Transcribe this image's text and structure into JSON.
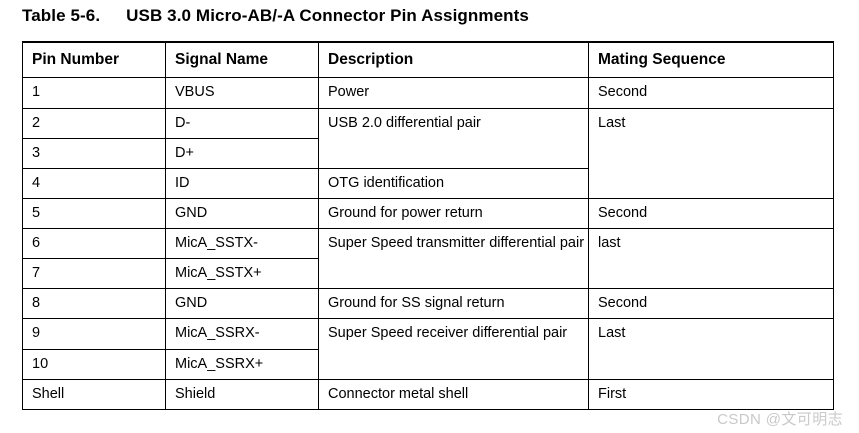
{
  "caption": {
    "label": "Table 5-6.",
    "title": "USB 3.0 Micro-AB/-A Connector Pin Assignments"
  },
  "table": {
    "columns": [
      "Pin Number",
      "Signal Name",
      "Description",
      "Mating Sequence"
    ],
    "rows": [
      {
        "pin": "1",
        "signal": "VBUS",
        "description": "Power",
        "mating": "Second"
      },
      {
        "pin": "2",
        "signal": "D-",
        "description": "USB 2.0 differential pair",
        "mating": "Last"
      },
      {
        "pin": "3",
        "signal": "D+",
        "description": "",
        "mating": ""
      },
      {
        "pin": "4",
        "signal": "ID",
        "description": "OTG identification",
        "mating": ""
      },
      {
        "pin": "5",
        "signal": "GND",
        "description": "Ground for power return",
        "mating": "Second"
      },
      {
        "pin": "6",
        "signal": "MicA_SSTX-",
        "description": "Super Speed transmitter differential pair",
        "mating": "last"
      },
      {
        "pin": "7",
        "signal": "MicA_SSTX+",
        "description": "",
        "mating": ""
      },
      {
        "pin": "8",
        "signal": "GND",
        "description": "Ground for SS signal return",
        "mating": "Second"
      },
      {
        "pin": "9",
        "signal": "MicA_SSRX-",
        "description": "Super Speed receiver differential pair",
        "mating": "Last"
      },
      {
        "pin": "10",
        "signal": "MicA_SSRX+",
        "description": "",
        "mating": ""
      },
      {
        "pin": "Shell",
        "signal": "Shield",
        "description": "Connector metal shell",
        "mating": "First"
      }
    ]
  },
  "colors": {
    "shaded_cell": "#b3b3b3",
    "border": "#000000",
    "text": "#000000",
    "watermark": "#c9c9c9"
  },
  "watermark": {
    "text": "CSDN @文可明志"
  }
}
